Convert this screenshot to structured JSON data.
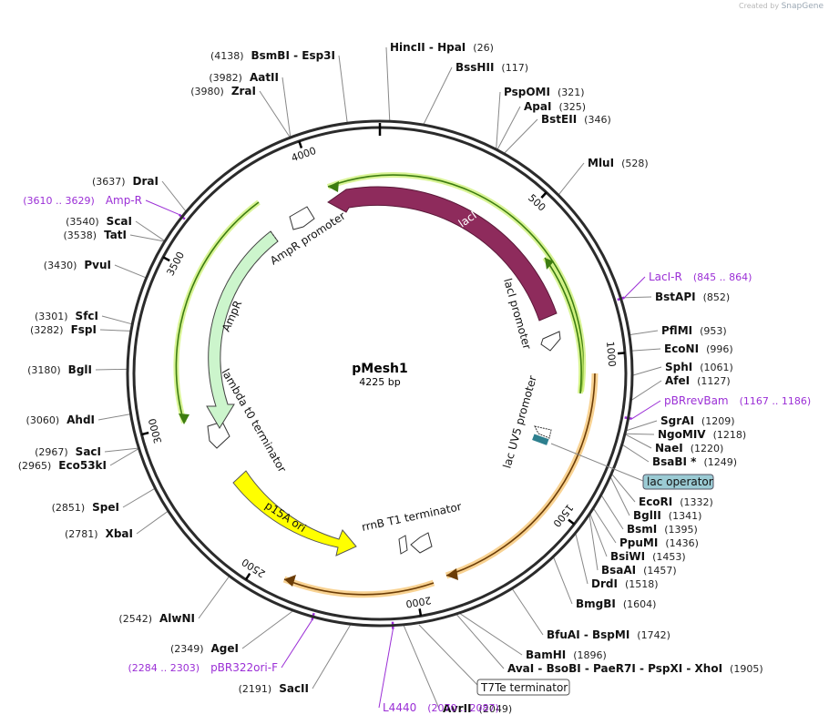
{
  "credit": {
    "prefix": "Created by",
    "brand": "SnapGene"
  },
  "plasmid": {
    "name": "pMesh1",
    "length_label": "4225 bp",
    "length": 4225
  },
  "ticks": [
    {
      "pos": 500,
      "label": "500"
    },
    {
      "pos": 1000,
      "label": "1000"
    },
    {
      "pos": 1500,
      "label": "1500"
    },
    {
      "pos": 2000,
      "label": "2000"
    },
    {
      "pos": 2500,
      "label": "2500"
    },
    {
      "pos": 3000,
      "label": "3000"
    },
    {
      "pos": 3500,
      "label": "3500"
    },
    {
      "pos": 4000,
      "label": "4000"
    }
  ],
  "sites": [
    {
      "enz": "HincII  -  HpaI",
      "pos": "(26)",
      "bp": 26
    },
    {
      "enz": "BssHII",
      "pos": "(117)",
      "bp": 117
    },
    {
      "enz": "PspOMI",
      "pos": "(321)",
      "bp": 321
    },
    {
      "enz": "ApaI",
      "pos": "(325)",
      "bp": 325
    },
    {
      "enz": "BstEII",
      "pos": "(346)",
      "bp": 346
    },
    {
      "enz": "MluI",
      "pos": "(528)",
      "bp": 528
    },
    {
      "enz": "BstAPI",
      "pos": "(852)",
      "bp": 852
    },
    {
      "enz": "PflMI",
      "pos": "(953)",
      "bp": 953
    },
    {
      "enz": "EcoNI",
      "pos": "(996)",
      "bp": 996
    },
    {
      "enz": "SphI",
      "pos": "(1061)",
      "bp": 1061
    },
    {
      "enz": "AfeI",
      "pos": "(1127)",
      "bp": 1127
    },
    {
      "enz": "SgrAI",
      "pos": "(1209)",
      "bp": 1209
    },
    {
      "enz": "NgoMIV",
      "pos": "(1218)",
      "bp": 1218
    },
    {
      "enz": "NaeI",
      "pos": "(1220)",
      "bp": 1220
    },
    {
      "enz": "BsaBI *",
      "pos": "(1249)",
      "bp": 1249
    },
    {
      "enz": "EcoRI",
      "pos": "(1332)",
      "bp": 1332
    },
    {
      "enz": "BglII",
      "pos": "(1341)",
      "bp": 1341
    },
    {
      "enz": "BsmI",
      "pos": "(1395)",
      "bp": 1395
    },
    {
      "enz": "PpuMI",
      "pos": "(1436)",
      "bp": 1436
    },
    {
      "enz": "BsiWI",
      "pos": "(1453)",
      "bp": 1453
    },
    {
      "enz": "BsaAI",
      "pos": "(1457)",
      "bp": 1457
    },
    {
      "enz": "DrdI",
      "pos": "(1518)",
      "bp": 1518
    },
    {
      "enz": "BmgBI",
      "pos": "(1604)",
      "bp": 1604
    },
    {
      "enz": "BfuAI  -  BspMI",
      "pos": "(1742)",
      "bp": 1742
    },
    {
      "enz": "BamHI",
      "pos": "(1896)",
      "bp": 1896
    },
    {
      "enz": "AvaI  -  BsoBI  -  PaeR7I  -  PspXI  -  XhoI",
      "pos": "(1905)",
      "bp": 1905
    },
    {
      "enz": "AvrII",
      "pos": "(2049)",
      "bp": 2049
    },
    {
      "enz": "SacII",
      "pos": "(2191)",
      "bp": 2191
    },
    {
      "enz": "AgeI",
      "pos": "(2349)",
      "bp": 2349
    },
    {
      "enz": "AlwNI",
      "pos": "(2542)",
      "bp": 2542
    },
    {
      "enz": "XbaI",
      "pos": "(2781)",
      "bp": 2781
    },
    {
      "enz": "SpeI",
      "pos": "(2851)",
      "bp": 2851
    },
    {
      "enz": "Eco53kI",
      "pos": "(2965)",
      "bp": 2965
    },
    {
      "enz": "SacI",
      "pos": "(2967)",
      "bp": 2967
    },
    {
      "enz": "AhdI",
      "pos": "(3060)",
      "bp": 3060
    },
    {
      "enz": "BglI",
      "pos": "(3180)",
      "bp": 3180
    },
    {
      "enz": "FspI",
      "pos": "(3282)",
      "bp": 3282
    },
    {
      "enz": "SfcI",
      "pos": "(3301)",
      "bp": 3301
    },
    {
      "enz": "PvuI",
      "pos": "(3430)",
      "bp": 3430
    },
    {
      "enz": "TatI",
      "pos": "(3538)",
      "bp": 3538
    },
    {
      "enz": "ScaI",
      "pos": "(3540)",
      "bp": 3540
    },
    {
      "enz": "DraI",
      "pos": "(3637)",
      "bp": 3637
    },
    {
      "enz": "ZraI",
      "pos": "(3980)",
      "bp": 3980
    },
    {
      "enz": "AatII",
      "pos": "(3982)",
      "bp": 3982
    },
    {
      "enz": "BsmBI  -  Esp3I",
      "pos": "(4138)",
      "bp": 4138
    }
  ],
  "primers": [
    {
      "name": "LacI-R",
      "range": "(845 .. 864)",
      "bp": 854
    },
    {
      "name": "pBRrevBam",
      "range": "(1167 .. 1186)",
      "bp": 1176
    },
    {
      "name": "L4440",
      "range": "(2070 .. 2087)",
      "bp": 2078
    },
    {
      "name": "pBR322ori-F",
      "range": "(2284 .. 2303)",
      "bp": 2293
    },
    {
      "name": "Amp-R",
      "range": "(3610 .. 3629)",
      "bp": 3619
    }
  ],
  "features": {
    "lacI": "lacI",
    "lacI_promoter": "lacI promoter",
    "lac_uv5": "lac UV5 promoter",
    "lac_operator": "lac operator",
    "t7te": "T7Te terminator",
    "rrnb": "rrnB T1 terminator",
    "p15a": "p15A ori",
    "lambda_t0": "lambda t0 terminator",
    "ampr": "AmpR",
    "ampr_promoter": "AmpR promoter"
  },
  "colors": {
    "backbone": "#2b2b2b",
    "lacI": "#8e2b5c",
    "ampr": "#ccf5cc",
    "p15a": "#ffff00",
    "operator": "#9bcbd4",
    "primer": "#9b2fd6",
    "orf_green": "#5aa51a",
    "orf_orange": "#e0922a"
  }
}
